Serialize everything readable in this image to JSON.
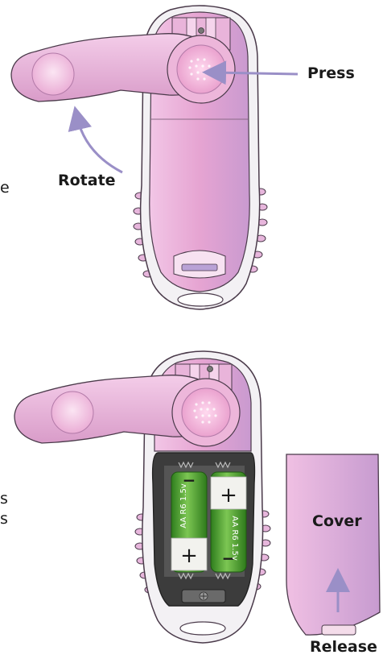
{
  "labels": {
    "press": "Press",
    "rotate": "Rotate",
    "cover": "Cover",
    "release": "Release"
  },
  "battery_text": "AA R6 1.5v",
  "battery_plus": "+",
  "battery_minus": "−",
  "edge_fragments": {
    "top": "e",
    "bottom_1": "s",
    "bottom_2": "s"
  },
  "colors": {
    "device_body": "#e6a6d2",
    "device_shell": "#f3f1f4",
    "battery_green": "#44a02c",
    "arrow": "#9a8fc7",
    "outline": "#4a3a4a"
  }
}
